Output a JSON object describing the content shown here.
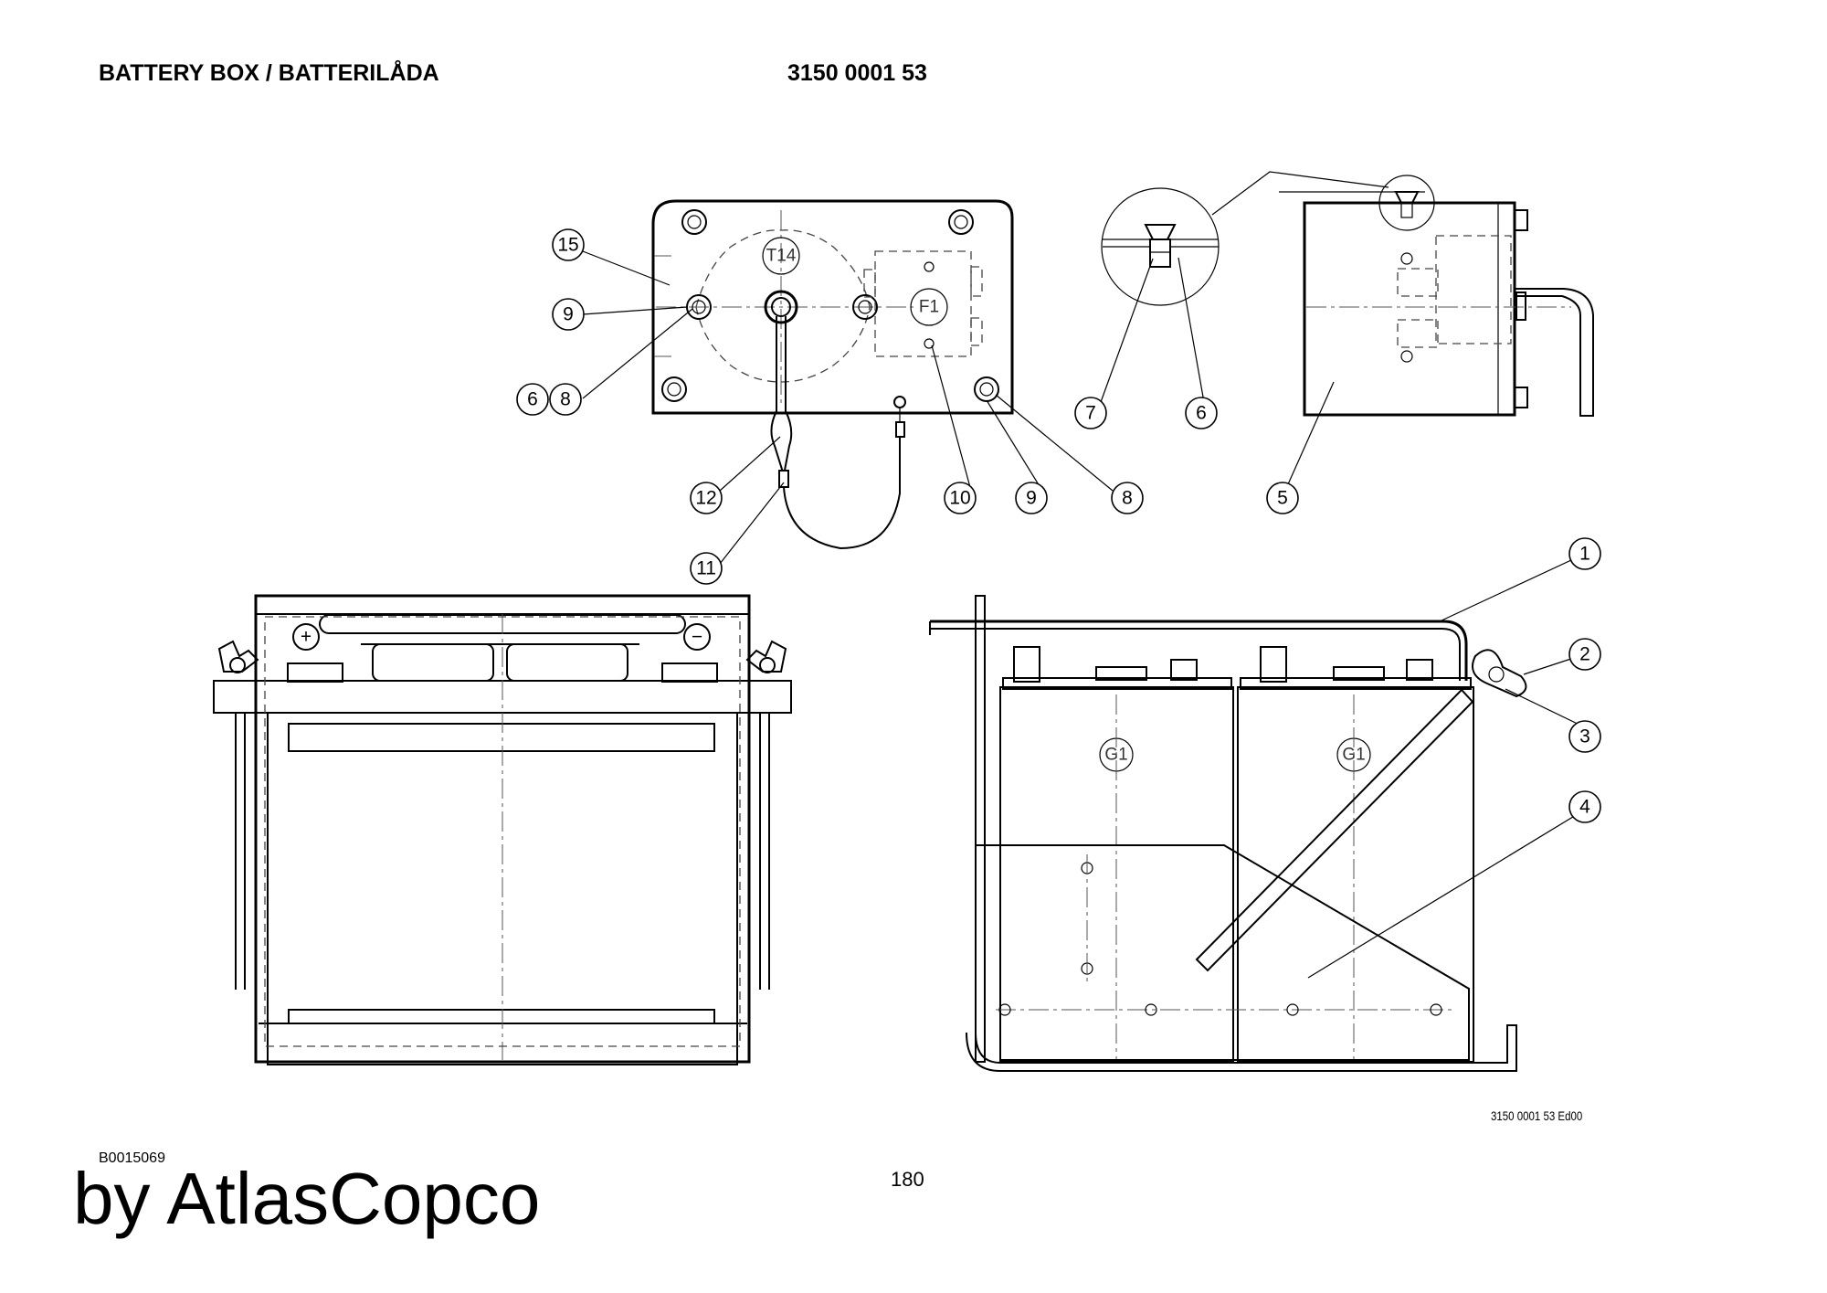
{
  "header": {
    "title": "BATTERY BOX / BATTERILÅDA",
    "part_number": "3150 0001 53"
  },
  "drawing": {
    "drawing_code": "3150 0001 53 Ed00",
    "reference_labels": [
      "T14",
      "F1",
      "G1",
      "G1"
    ],
    "terminal_plus": "+",
    "terminal_minus": "−"
  },
  "callouts": [
    "15",
    "9",
    "6",
    "8",
    "12",
    "11",
    "10",
    "9",
    "8",
    "7",
    "6",
    "5",
    "1",
    "2",
    "3",
    "4"
  ],
  "footer": {
    "doc_ref": "B0015069",
    "page_number": "180",
    "brand": "by AtlasCopco"
  }
}
